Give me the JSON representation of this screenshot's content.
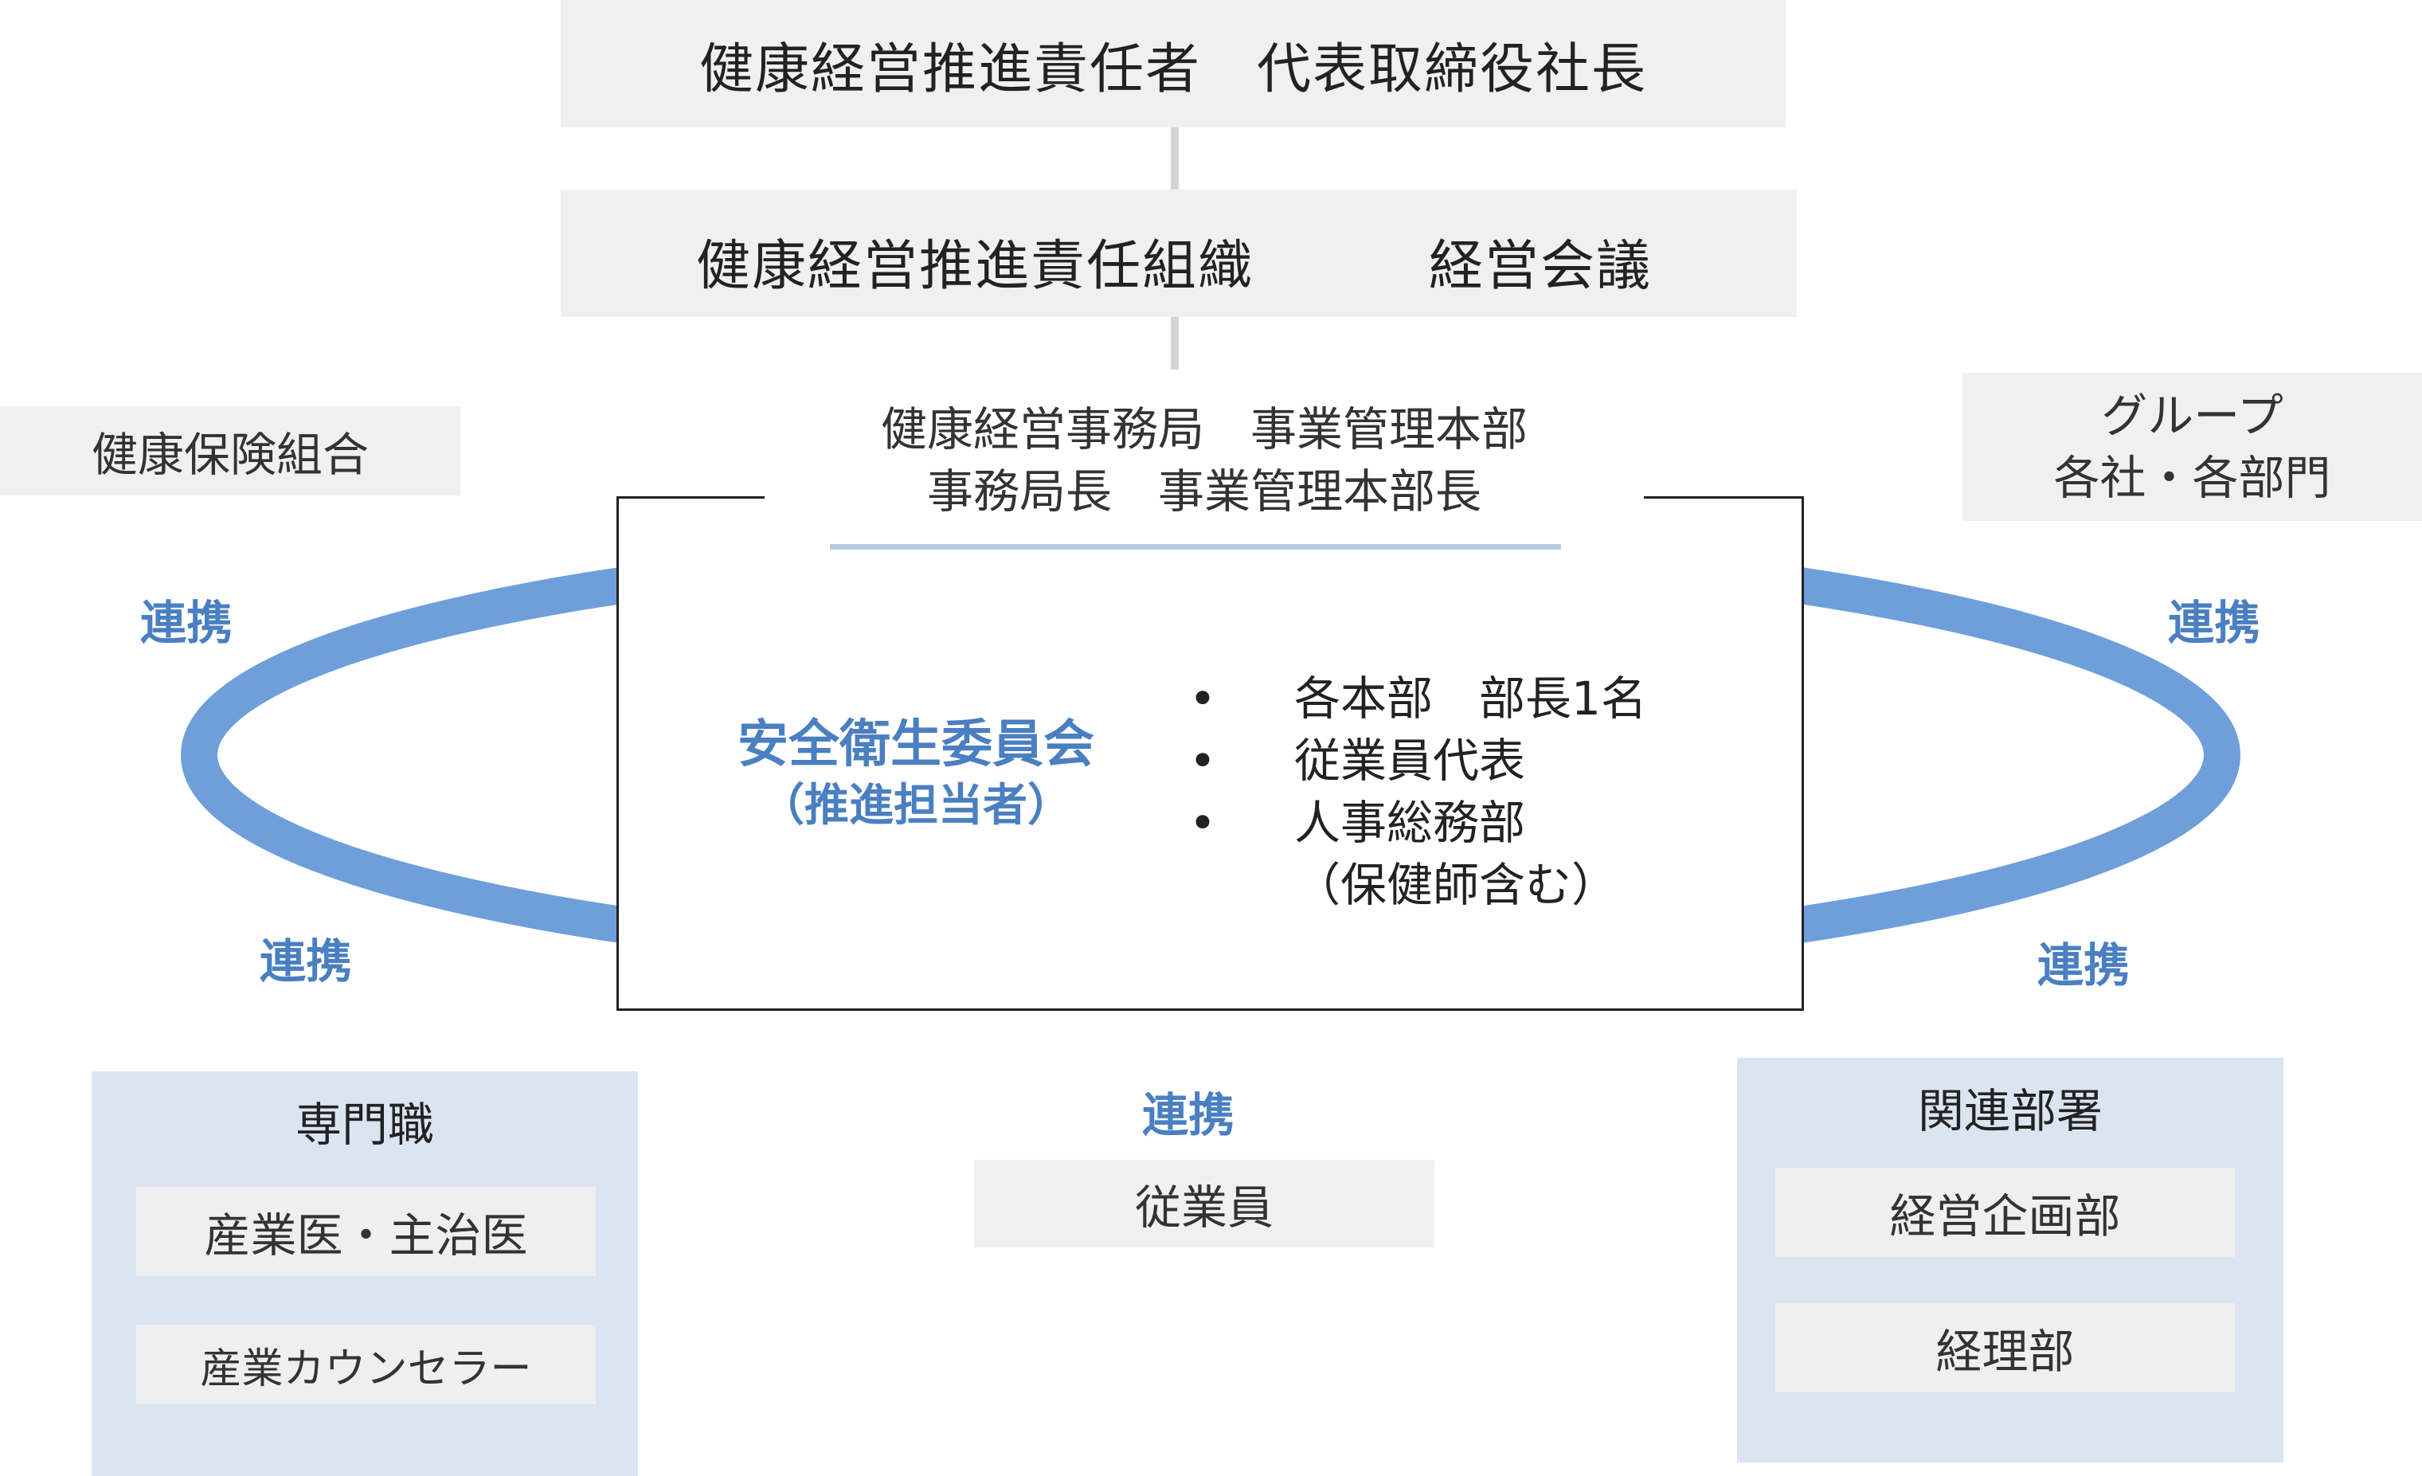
{
  "top_box": {
    "text": "健康経営推進責任者　代表取締役社長"
  },
  "org_box": {
    "left_text": "健康経営推進責任組織",
    "right_text": "経営会議"
  },
  "secretariat": {
    "line1": "健康経営事務局　事業管理本部",
    "line2": "事務局長　事業管理本部長"
  },
  "committee": {
    "name": "安全衛生委員会",
    "sub": "（推進担当者）"
  },
  "members": [
    {
      "bullet": "•",
      "text": "各本部　部長1名"
    },
    {
      "bullet": "•",
      "text": "従業員代表"
    },
    {
      "bullet": "•",
      "text": "人事総務部"
    },
    {
      "bullet": "",
      "text": "（保健師含む）"
    }
  ],
  "left_org": {
    "text": "健康保険組合"
  },
  "right_org": {
    "line1": "グループ",
    "line2": "各社・各部門"
  },
  "links": {
    "top_left": "連携",
    "bottom_left": "連携",
    "top_right": "連携",
    "bottom_right": "連携",
    "center": "連携"
  },
  "specialists": {
    "title": "専門職",
    "items": [
      "産業医・主治医",
      "産業カウンセラー"
    ]
  },
  "employees": {
    "text": "従業員"
  },
  "departments": {
    "title": "関連部署",
    "items": [
      "経営企画部",
      "経理部"
    ]
  },
  "colors": {
    "accent": "#4a7fc1",
    "ellipse": "#6e9fdb",
    "box_gray": "#f0f0f0",
    "panel_blue": "#dbe4f1"
  }
}
